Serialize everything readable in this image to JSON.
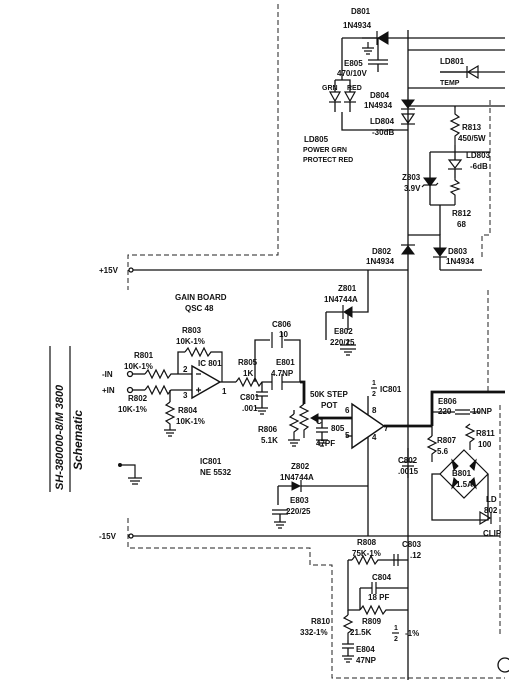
{
  "rails": {
    "pos": "+15V",
    "neg": "-15V",
    "in_minus": "-IN",
    "in_plus": "+IN"
  },
  "board": {
    "title": "GAIN BOARD",
    "model": "QSC 48"
  },
  "ic": {
    "ref": "IC801",
    "part": "NE 5532",
    "u1_label": "IC 801",
    "u2_half": "1",
    "u2_half_den": "2",
    "u2_ref": "IC801"
  },
  "pins": {
    "u1_in_minus": "2",
    "u1_in_plus": "3",
    "u1_out": "1",
    "u2_in_a": "6",
    "u2_in_b": "5",
    "u2_pin8": "8",
    "u2_pin4": "4",
    "u2_out": "7"
  },
  "components": {
    "D801": "D801",
    "D801_part": "1N4934",
    "E805": "E805",
    "E805_val": "470/10V",
    "LD801": "LD801",
    "LD801_label": "TEMP",
    "led_grn": "GRN",
    "led_red": "RED",
    "D804": "D804",
    "D804_part": "1N4934",
    "LD804": "LD804",
    "LD804_val": "-30dB",
    "LD805": "LD805",
    "LD805_desc1": "POWER GRN",
    "LD805_desc2": "PROTECT RED",
    "R813": "R813",
    "R813_val": "450/5W",
    "LD803": "LD803",
    "LD803_val": "-6dB",
    "Z803": "Z803",
    "Z803_val": "3.9V",
    "R812": "R812",
    "R812_val": "68",
    "D802": "D802",
    "D802_part": "1N4934",
    "D803": "D803",
    "D803_part": "1N4934",
    "Z801": "Z801",
    "Z801_part": "1N4744A",
    "E802": "E802",
    "E802_val": "220/25",
    "C806": "C806",
    "C806_val": "10",
    "R803": "R803",
    "R803_val": "10K-1%",
    "R801": "R801",
    "R801_val": "10K-1%",
    "R802": "R802",
    "R802_val": "10K-1%",
    "R804": "R804",
    "R804_val": "10K-1%",
    "R805": "R805",
    "R805_val": "1K",
    "E801": "E801",
    "E801_val": "4.7NP",
    "C801": "C801",
    "C801_val": ".001",
    "pot": "50K STEP",
    "pot2": "POT",
    "R806": "R806",
    "R806_val": "5.1K",
    "C805_c": "C",
    "C805": "805",
    "C805_val": "47PF",
    "Z802": "Z802",
    "Z802_part": "1N4744A",
    "E803": "E803",
    "E803_val": "220/25",
    "E806": "E806",
    "E806_val": "220",
    "E806_val2": "10NP",
    "R807": "R807",
    "R807_val": "5.6",
    "R811": "R811",
    "R811_val": "100",
    "B801": "B801",
    "B801_val": "1.5A",
    "LD802_a": "LD",
    "LD802_b": "802",
    "clip": "CLIP",
    "C802": "C802",
    "C802_val": ".0015",
    "R808": "R808",
    "R808_val": "75K-1%",
    "C803": "C803",
    "C803_val": ".12",
    "C804": "C804",
    "C804_val": "18 PF",
    "R809": "R809",
    "R809_val": "21.5K",
    "R809_frac_n": "1",
    "R809_frac_d": "2",
    "R809_tol": "-1%",
    "R810": "R810",
    "R810_val": "332-1%",
    "E804": "E804",
    "E804_val": "47NP"
  },
  "side_note": {
    "line1": "SH-380000-8/M 3800",
    "line2": "Schematic"
  }
}
